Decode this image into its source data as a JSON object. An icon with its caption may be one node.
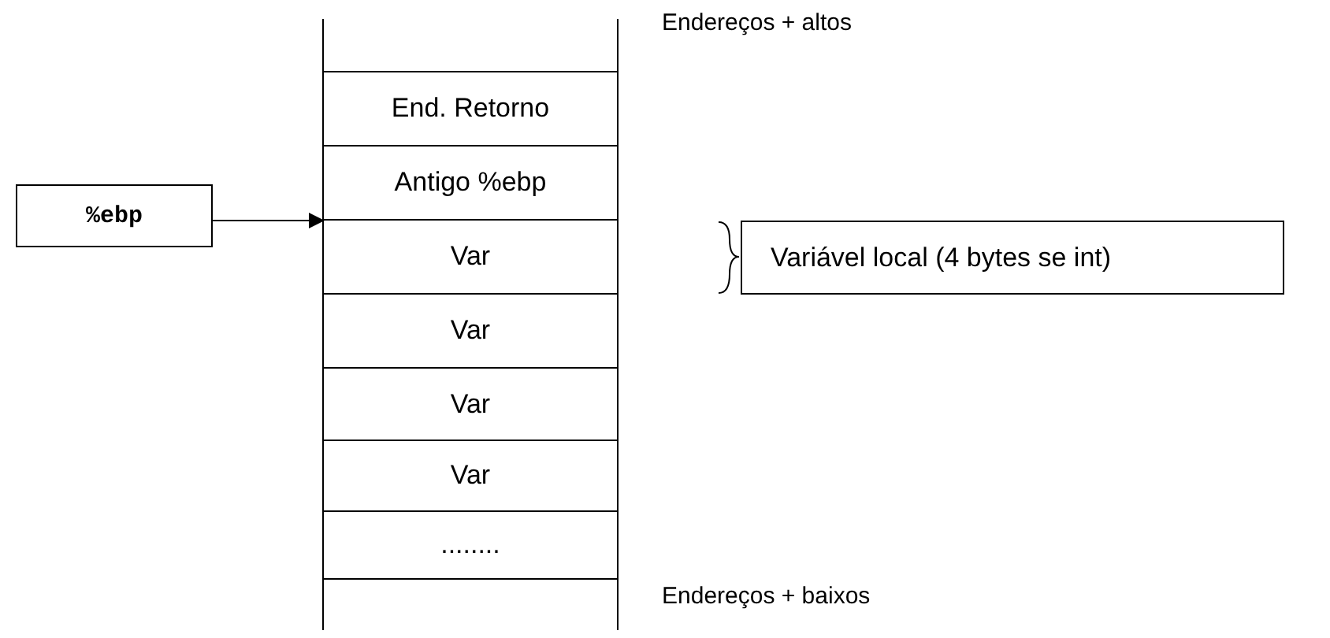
{
  "diagram": {
    "nodes": [
      {
        "text": [
          "%ebp"
        ]
      },
      {
        "text": [
          "End. Retorno"
        ]
      },
      {
        "text": [
          "Antigo %ebp"
        ]
      },
      {
        "text": [
          "Var"
        ]
      },
      {
        "text": [
          "Var"
        ]
      },
      {
        "text": [
          "Var"
        ]
      },
      {
        "text": [
          "Var"
        ]
      },
      {
        "text": [
          "........"
        ]
      },
      {
        "text": [
          "Variável local (4 bytes se int)"
        ]
      }
    ],
    "edges": [
      {
        "from": 0,
        "to": 2,
        "arrow": "to"
      }
    ],
    "labels": [
      "Endereços + altos",
      "Endereços + baixos"
    ]
  }
}
